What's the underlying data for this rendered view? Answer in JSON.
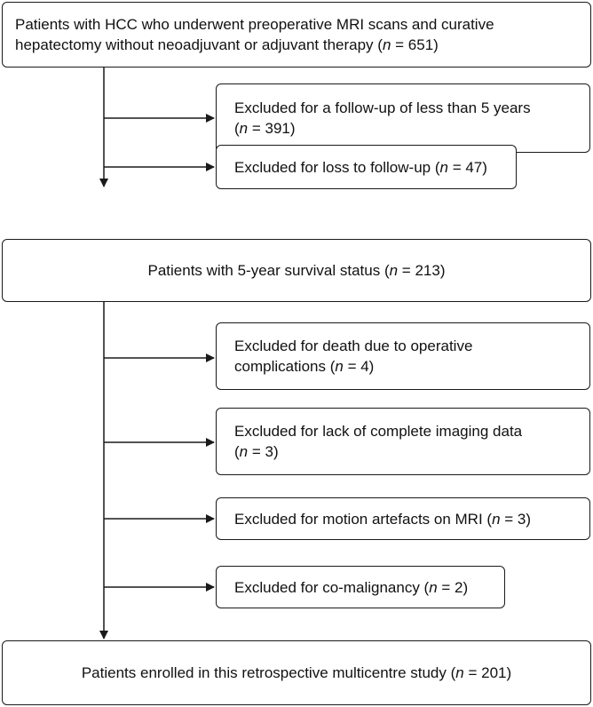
{
  "boxes": {
    "start": {
      "line1": "Patients with HCC who underwent preoperative MRI scans and curative",
      "line2_pre": "hepatectomy without neoadjuvant or adjuvant therapy (",
      "n": "n",
      "count": " = 651)"
    },
    "excl_followup": {
      "line1": "Excluded for a follow-up of less than 5 years",
      "pre": "(",
      "n": "n",
      "count": " = 391)"
    },
    "excl_lost": {
      "pre": "Excluded for loss to follow-up (",
      "n": "n",
      "count": " = 47)"
    },
    "survival": {
      "pre": "Patients with 5-year survival status (",
      "n": "n",
      "count": " = 213)"
    },
    "excl_death": {
      "line1": "Excluded for death due to operative",
      "line2_pre": "complications (",
      "n": "n",
      "count": " = 4)"
    },
    "excl_imaging": {
      "line1": "Excluded for lack of complete imaging data",
      "pre": "(",
      "n": "n",
      "count": " = 3)"
    },
    "excl_motion": {
      "pre": "Excluded for motion artefacts on MRI (",
      "n": "n",
      "count": " = 3)"
    },
    "excl_comalig": {
      "pre": "Excluded for co-malignancy (",
      "n": "n",
      "count": " = 2)"
    },
    "enrolled": {
      "pre": "Patients enrolled in this retrospective multicentre study (",
      "n": "n",
      "count": " = 201)"
    }
  }
}
